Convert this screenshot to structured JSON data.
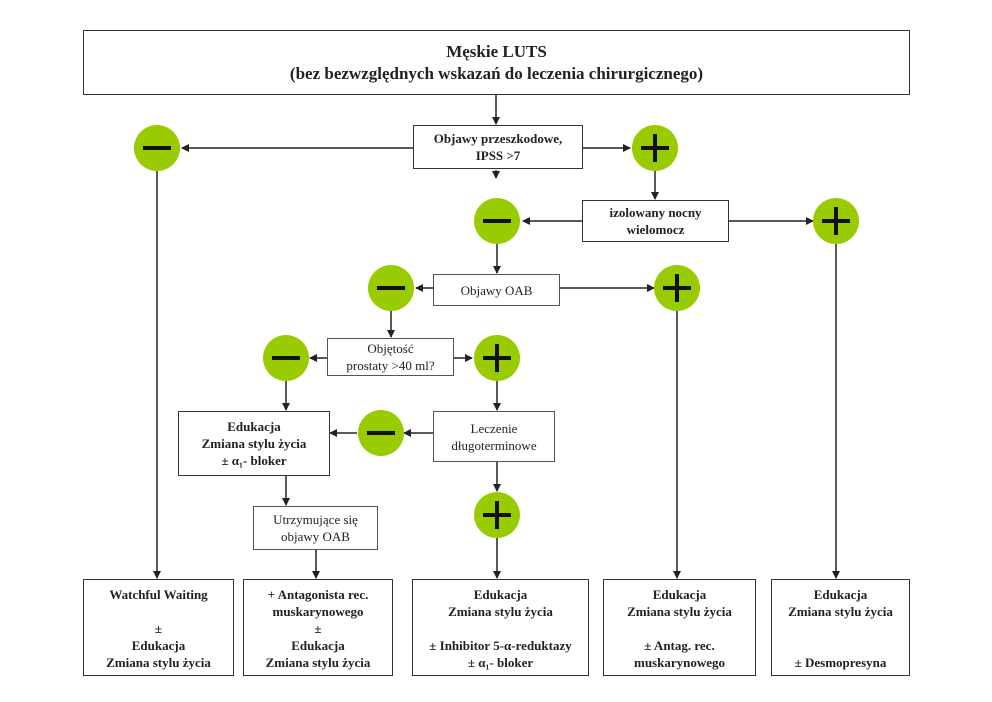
{
  "root": {
    "line1": "Męskie LUTS",
    "line2": "(bez bezwzględnych wskazań do leczenia chirurgicznego)"
  },
  "decisions": {
    "ipss": [
      "Objawy przeszkodowe,",
      "IPSS >7"
    ],
    "nocturia": [
      "izolowany nocny",
      "wielomocz"
    ],
    "oab": [
      "Objawy OAB"
    ],
    "prostate": [
      "Objętość",
      "prostaty >40 ml?"
    ],
    "longterm": [
      "Leczenie",
      "długoterminowe"
    ],
    "persistent_oab": [
      "Utrzymujące się",
      "objawy OAB"
    ]
  },
  "intermediate": {
    "edu_alpha": [
      "Edukacja",
      "Zmiana stylu życia",
      "± α₁- bloker"
    ]
  },
  "outcomes": [
    {
      "lines": [
        "Watchful Waiting",
        "",
        "±",
        "Edukacja",
        "Zmiana stylu życia"
      ]
    },
    {
      "lines": [
        "+ Antagonista rec.",
        "muskarynowego",
        "±",
        "Edukacja",
        "Zmiana stylu życia"
      ]
    },
    {
      "lines": [
        "Edukacja",
        "Zmiana stylu życia",
        "",
        "± Inhibitor 5-α-reduktazy",
        "± α₁- bloker"
      ]
    },
    {
      "lines": [
        "Edukacja",
        "Zmiana stylu życia",
        "",
        "± Antag. rec.",
        "muskarynowego"
      ]
    },
    {
      "lines": [
        "Edukacja",
        "Zmiana stylu życia",
        "",
        "",
        "± Desmopresyna"
      ]
    }
  ],
  "nodes": {
    "minus_label": "minus-node",
    "plus_label": "plus-node"
  },
  "colors": {
    "node_fill": "#99cc00",
    "line": "#222222"
  }
}
